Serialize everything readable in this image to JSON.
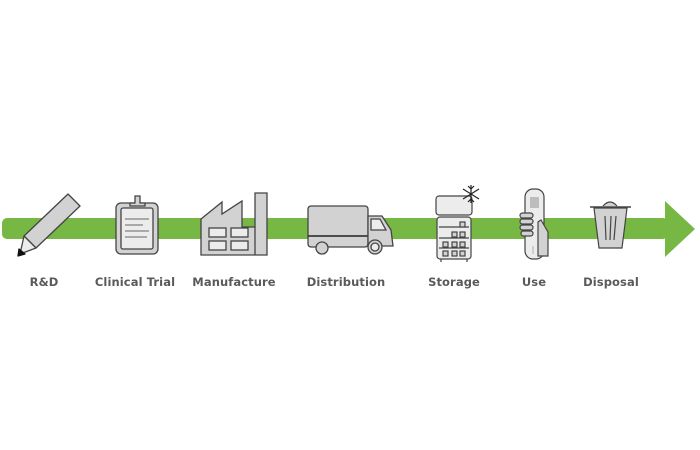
{
  "title": "Product lifecycle timeline",
  "colors": {
    "arrow": "#76b843",
    "icon_fill": "#d2d2d2",
    "icon_light": "#ececec",
    "icon_stroke": "#444444",
    "label_text": "#5a5a5a"
  },
  "stages": [
    {
      "label": "R&D",
      "icon": "pencil-icon"
    },
    {
      "label": "Clinical Trial",
      "icon": "clipboard-icon"
    },
    {
      "label": "Manufacture",
      "icon": "factory-icon"
    },
    {
      "label": "Distribution",
      "icon": "truck-icon"
    },
    {
      "label": "Storage",
      "icon": "freezer-icon"
    },
    {
      "label": "Use",
      "icon": "hand-held-device-icon"
    },
    {
      "label": "Disposal",
      "icon": "trash-can-icon"
    }
  ]
}
